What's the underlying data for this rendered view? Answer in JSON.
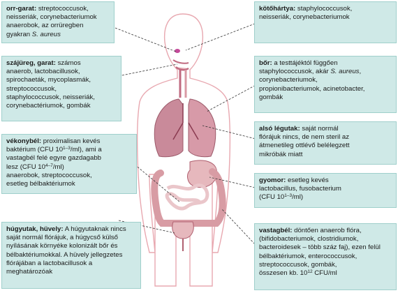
{
  "boxes": {
    "orr_garat": {
      "title": "orr-garat:",
      "lines": [
        " streptococcusok,",
        "neisseriák, corynebacteriumok",
        "anaerobok, az orrüregben",
        "gyakran "
      ],
      "italic": "S. aureus"
    },
    "szajureg": {
      "title": "szájüreg, garat:",
      "lines": [
        " számos",
        "anaerob, lactobacillusok,",
        "spirochaeták, mycoplasmák,",
        "streptococcusok,",
        "staphylococcusok, neisseriák,",
        "corynebactériumok, gombák"
      ]
    },
    "vekonybel": {
      "title": "vékonybél:",
      "lines": [
        " proximalisan kevés",
        "baktérium (CFU 10",
        "/ml), ami a",
        "vastagbél felé egyre gazdagabb",
        "lesz (CFU 10",
        "/ml)",
        "anaerobok, streptococcusok,",
        "esetleg bélbaktériumok"
      ],
      "sups": [
        "1–3",
        "4–7"
      ]
    },
    "hugyutak": {
      "title": "húgyutak, hüvely:",
      "lines": [
        " A húgyutaknak nincs",
        "saját normál flórájuk, a húgycső külső",
        "nyílásának környéke kolonizált bőr és",
        "bélbaktériumokkal. A hüvely jellegzetes",
        "flórájában a lactobacillusok a",
        "meghatározóak"
      ]
    },
    "kotohartya": {
      "title": "kötőhártya:",
      "lines": [
        " staphylococcusok,",
        "neisseriák, corynebacteriumok"
      ]
    },
    "bor": {
      "title": "bőr:",
      "lines": [
        " a testtájéktól függően",
        "staphylococcusok, akár ",
        ",",
        "corynebacteriumok,",
        "propionibacteriumok, acinetobacter,",
        "gombák"
      ],
      "italic": "S. aureus"
    },
    "also_legutak": {
      "title": "alsó légutak:",
      "lines": [
        " saját normál",
        "flórájuk nincs, de nem steril az",
        "átmenetileg ottlévő belélegzett",
        "mikróbák miatt"
      ]
    },
    "gyomor": {
      "title": "gyomor:",
      "lines": [
        " esetleg kevés",
        "lactobacillus, fusobacterium",
        "(CFU 10",
        "/ml)"
      ],
      "sups": [
        "1–3"
      ]
    },
    "vastagbel": {
      "title": "vastagbél:",
      "lines": [
        " döntően anaerob flóra,",
        "(bifidobacteriumok, clostridiumok,",
        "bacteroidesek – több száz faj), ezen felül",
        "bélbaktériumok, enterococcusok,",
        "streptococcusok, gombák,",
        "összesen kb. 10",
        " CFU/ml"
      ],
      "sups": [
        "12"
      ]
    }
  },
  "colors": {
    "box_fill": "#cfe9e7",
    "box_border": "#9fcfcb",
    "lungs": "#c98a9a",
    "intestine": "#e6b8bd",
    "body_outline": "#e8a8b0"
  }
}
